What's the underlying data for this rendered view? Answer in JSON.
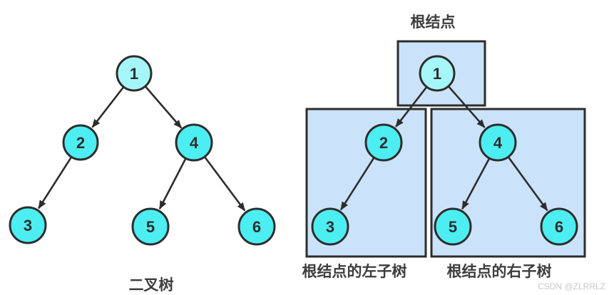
{
  "colors": {
    "outline": "#2d2d2d",
    "root_node_fill": "#a5f6f8",
    "node_fill": "#4deef2",
    "region_fill": "#cbe3fa",
    "label_text": "#3d3d3d",
    "watermark_text": "#c8c8c8"
  },
  "left_diagram": {
    "caption": "二叉树",
    "nodes": {
      "n1": "1",
      "n2": "2",
      "n3": "3",
      "n4": "4",
      "n5": "5",
      "n6": "6"
    }
  },
  "right_diagram": {
    "root_region_label": "根结点",
    "left_subtree_label": "根结点的左子树",
    "right_subtree_label": "根结点的右子树",
    "nodes": {
      "n1": "1",
      "n2": "2",
      "n3": "3",
      "n4": "4",
      "n5": "5",
      "n6": "6"
    }
  },
  "watermark": "CSDN @ZLRRLZ"
}
